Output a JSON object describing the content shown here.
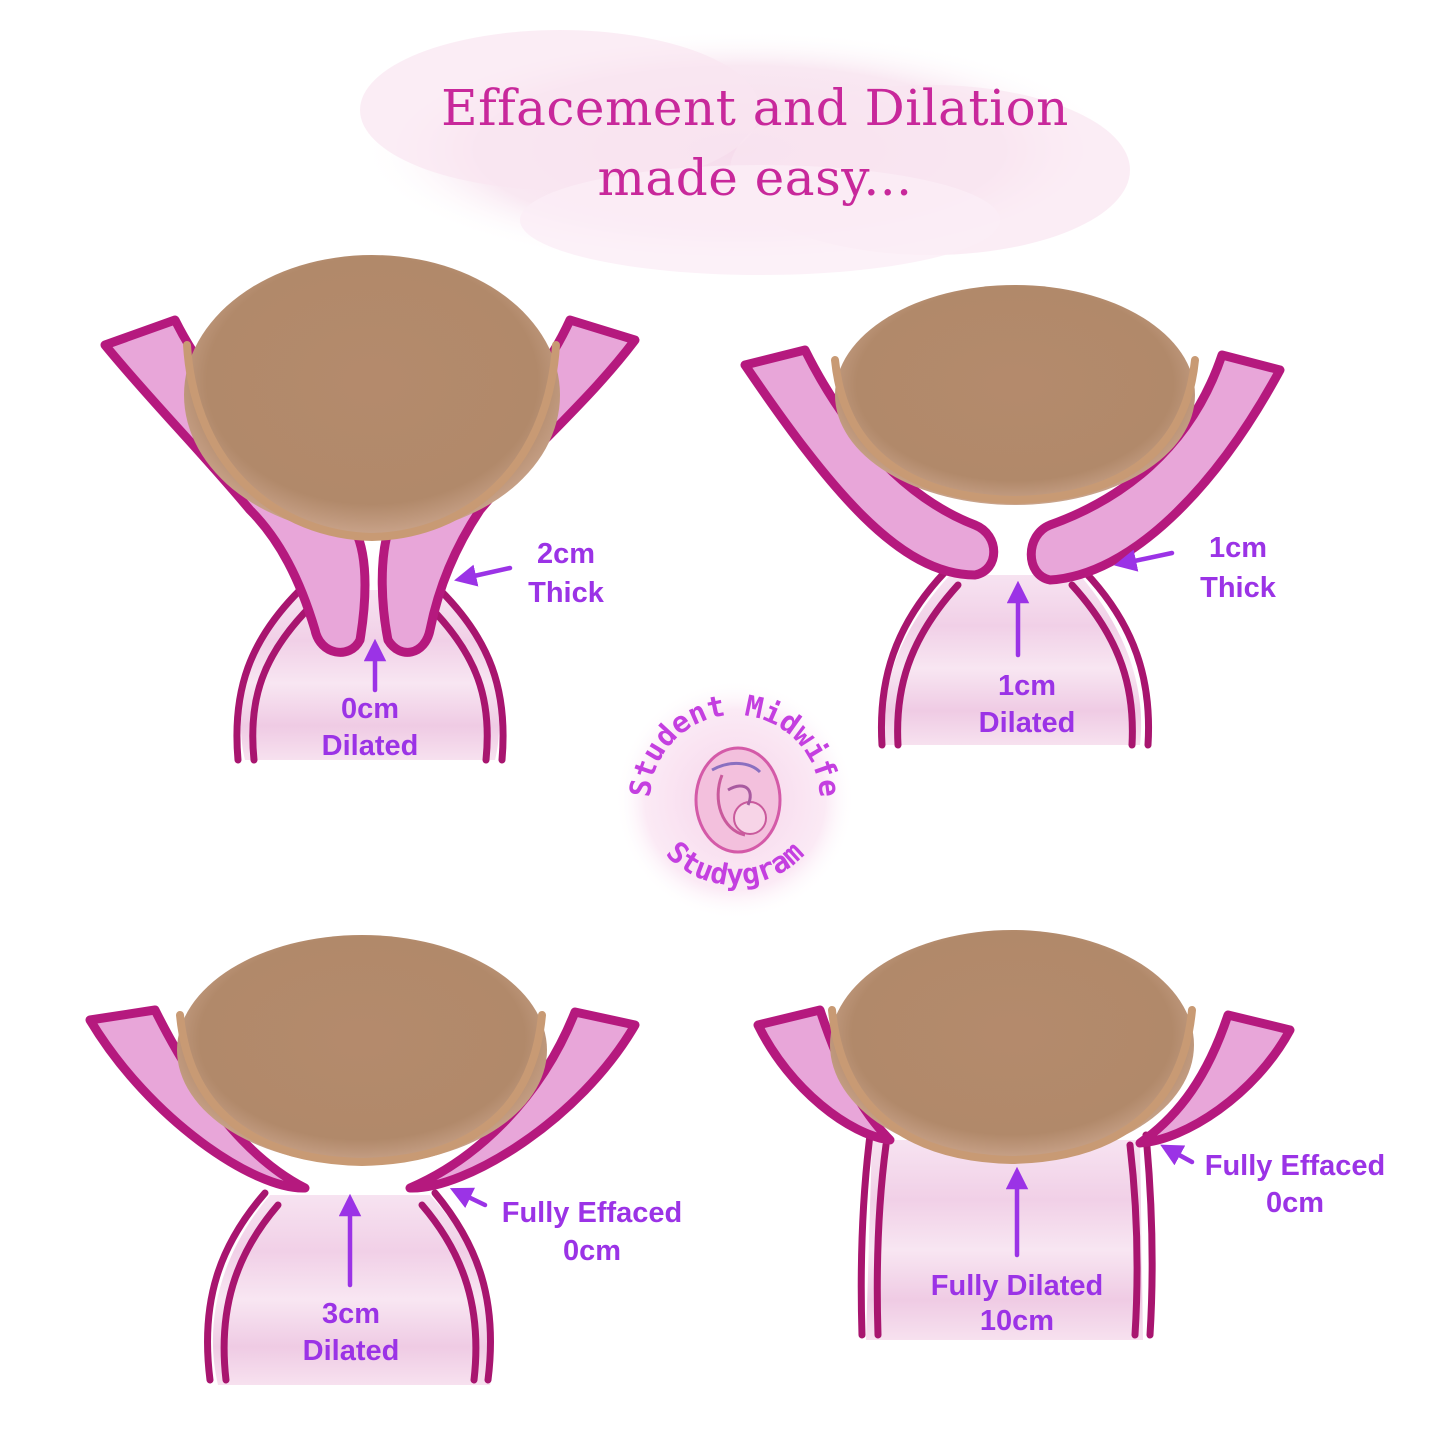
{
  "title": {
    "line1": "Effacement and Dilation",
    "line2": "made easy..."
  },
  "colors": {
    "title": "#c8289b",
    "label": "#9b33e6",
    "wall_fill": "#e8a6d9",
    "wall_stroke": "#b5197e",
    "head": "#b4896a"
  },
  "panels": [
    {
      "id": "panel-1",
      "thickness_line1": "2cm",
      "thickness_line2": "Thick",
      "dilation_line1": "0cm",
      "dilation_line2": "Dilated"
    },
    {
      "id": "panel-2",
      "thickness_line1": "1cm",
      "thickness_line2": "Thick",
      "dilation_line1": "1cm",
      "dilation_line2": "Dilated"
    },
    {
      "id": "panel-3",
      "thickness_line1": "Fully Effaced",
      "thickness_line2": "0cm",
      "dilation_line1": "3cm",
      "dilation_line2": "Dilated"
    },
    {
      "id": "panel-4",
      "thickness_line1": "Fully Effaced",
      "thickness_line2": "0cm",
      "dilation_line1": "Fully Dilated",
      "dilation_line2": "10cm"
    }
  ],
  "logo": {
    "top_text": "Student Midwife",
    "bottom_text": "Studygram",
    "icon": "fetus-in-womb-icon"
  }
}
